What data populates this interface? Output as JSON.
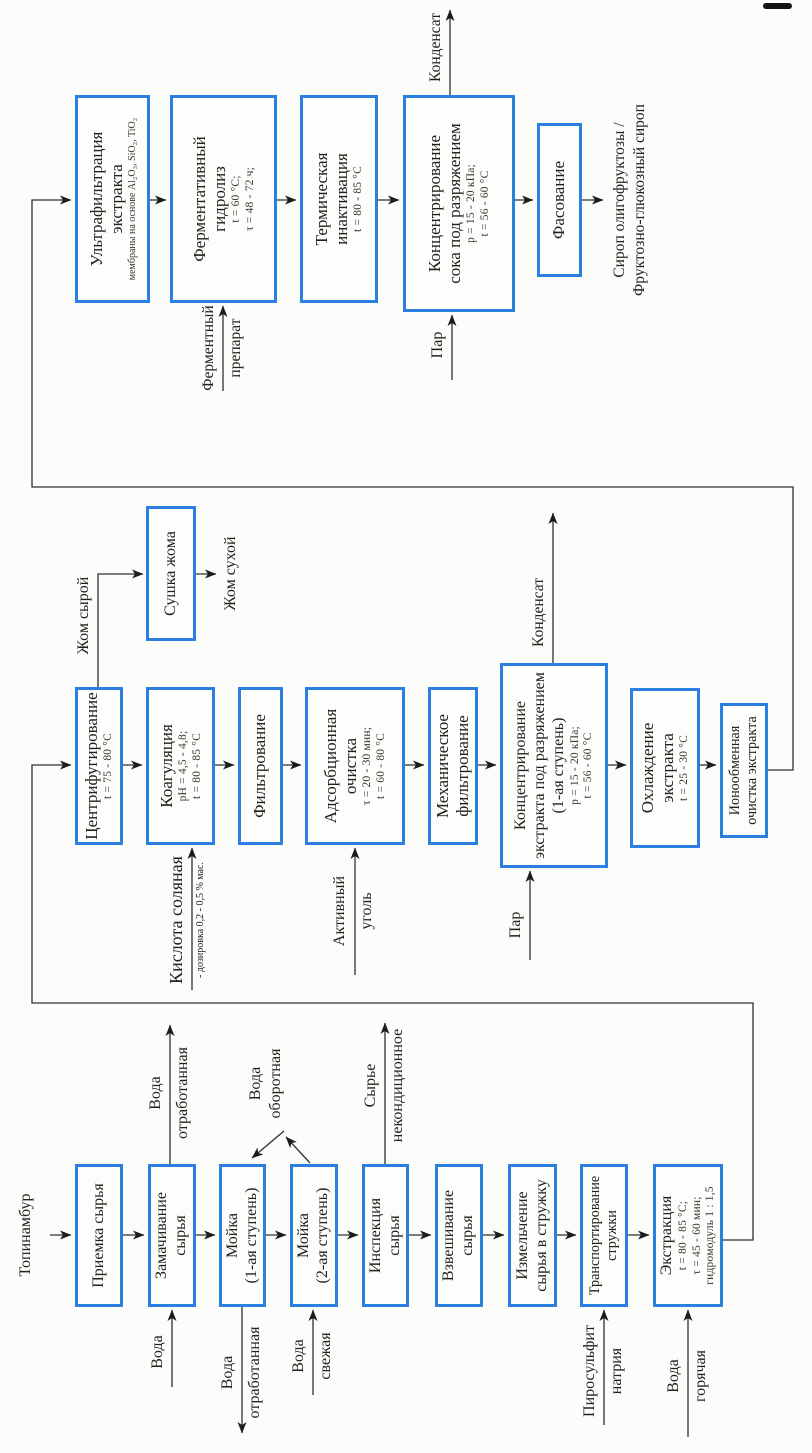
{
  "colors": {
    "accent": "#2b7fe0",
    "line": "#2f2f2f",
    "text": "#24211d"
  },
  "boxes": {
    "priemka": {
      "t1": "Приемка сырья"
    },
    "zamachivanie": {
      "t1": "Замачивание",
      "t2": "сырья"
    },
    "moika1": {
      "t1": "Мойка",
      "t2": "(1-ая ступень)"
    },
    "moika2": {
      "t1": "Мойка",
      "t2": "(2-ая ступень)"
    },
    "inspekciya": {
      "t1": "Инспекция",
      "t2": "сырья"
    },
    "vzveshivanie": {
      "t1": "Взвешивание",
      "t2": "сырья"
    },
    "izmelchenie": {
      "t1": "Измельчение",
      "t2": "сырья в стружку"
    },
    "transportirovanie": {
      "t1": "Транспортирование",
      "t2": "стружки"
    },
    "ekstrakciya": {
      "t1": "Экстракция",
      "p1": "t = 80 - 85 °С;",
      "p2": "τ = 45 - 60 мин;",
      "p3": "гидромодуль 1 : 1,5"
    },
    "centrifugirovanie": {
      "t1": "Центрифугирование",
      "p1": "t = 75 - 80 °С"
    },
    "koagulyaciya": {
      "t1": "Коагуляция",
      "p1": "pH = 4,5 - 4,8;",
      "p2": "t = 80 - 85 °С"
    },
    "filtrovanie": {
      "t1": "Фильтрование"
    },
    "adsorbcionnaya": {
      "t1": "Адсорбционная",
      "t2": "очистка",
      "p1": "τ = 20 - 30 мин;",
      "p2": "t = 60 - 80 °С"
    },
    "mehanicheskoe": {
      "t1": "Механическое",
      "t2": "фильтрование"
    },
    "konc_ekstrakta": {
      "t1": "Концентрирование",
      "t2": "экстракта под разряжением",
      "t3": "(1-ая ступень)",
      "p1": "p = 15 - 20 кПа;",
      "p2": "t = 56 - 60 °С"
    },
    "ohlazhdenie": {
      "t1": "Охлаждение",
      "t2": "экстракта",
      "p1": "t = 25 - 30 °С"
    },
    "ionoobmennaya": {
      "t1": "Ионообменная",
      "t2": "очистка экстракта"
    },
    "sushka_zhoma": {
      "t1": "Сушка жома"
    },
    "ultrafiltraciya": {
      "t1": "Ультрафильтрация",
      "t2": "экстракта",
      "sub": "мембраны на основе Al₂O₃, SiO₂, TiO₂"
    },
    "fermentativnyi": {
      "t1": "Ферментативный",
      "t2": "гидролиз",
      "p1": "t = 60 °С;",
      "p2": "τ = 48 - 72 ч;"
    },
    "termicheskaya": {
      "t1": "Термическая",
      "t2": "инактивация",
      "p1": "t = 80 - 85 °С"
    },
    "konc_soka": {
      "t1": "Концентрирование",
      "t2": "сока под разряжением",
      "p1": "p = 15 - 20 кПа;",
      "p2": "t = 56 - 60 °С"
    },
    "fasovanie": {
      "t1": "Фасование"
    }
  },
  "labels": {
    "topinambur": {
      "l1": "Топинамбур"
    },
    "voda_in": {
      "l1": "Вода"
    },
    "voda_otrab_out": {
      "l1": "Вода",
      "l2": "отработанная"
    },
    "voda_otrab_left": {
      "l1": "Вода",
      "l2": "отработанная"
    },
    "voda_svezhaya": {
      "l1": "Вода",
      "l2": "свежая"
    },
    "voda_oborotnaya": {
      "l1": "Вода",
      "l2": "оборотная"
    },
    "syrie_nekond": {
      "l1": "Сырье",
      "l2": "некондиционное"
    },
    "pirosulfit": {
      "l1": "Пиросульфит",
      "l2": "натрия"
    },
    "voda_goryachaya": {
      "l1": "Вода",
      "l2": "горячая"
    },
    "kislota": {
      "l1": "Кислота соляная",
      "l2": "- дозировка 0,2 - 0,5 % мас."
    },
    "aktivnyi_ugol": {
      "l1": "Активный",
      "l2": "уголь"
    },
    "par_2": {
      "l1": "Пар"
    },
    "kondensat_2": {
      "l1": "Конденсат"
    },
    "zhom_syroi": {
      "l1": "Жом сырой"
    },
    "zhom_suhoi": {
      "l1": "Жом сухой"
    },
    "fermentnyi": {
      "l1": "Ферментный",
      "l2": "препарат"
    },
    "par_3": {
      "l1": "Пар"
    },
    "kondensat_3": {
      "l1": "Конденсат"
    },
    "sirop": {
      "l1": "Сироп олигофруктозы /",
      "l2": "Фруктозно-глюкозный сироп"
    }
  }
}
